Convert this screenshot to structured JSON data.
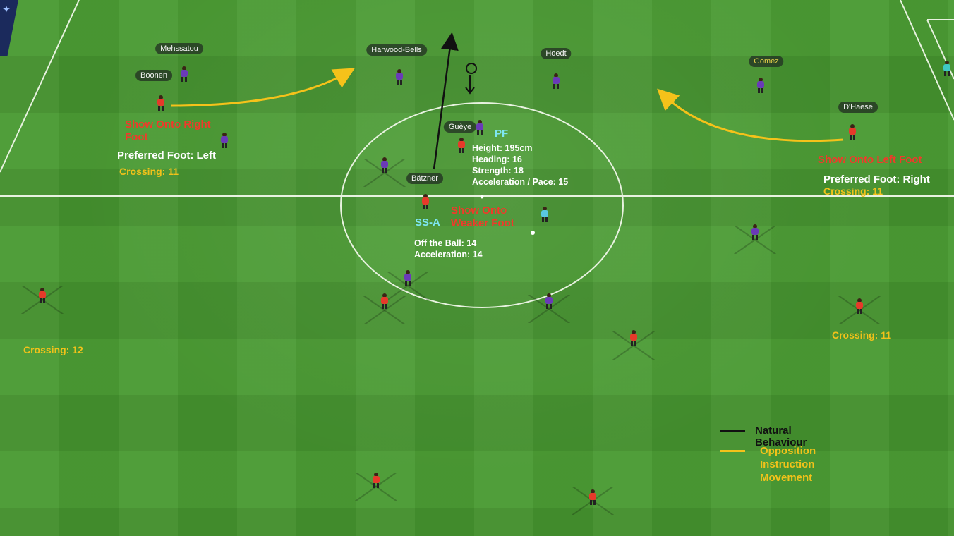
{
  "colors": {
    "black_arrow": "#111111",
    "gold_arrow": "#f5c21a",
    "annotation_red": "#f03a2a",
    "annotation_gold": "#f2c21a",
    "annotation_cyan": "#7ee6f0",
    "pitch_green": "#4a9a33"
  },
  "icons": {
    "broadcaster_logo": "twitter-bird-icon",
    "ball": "ball-icon"
  },
  "players": {
    "labels": {
      "mehssatou": "Mehssatou",
      "boonen": "Boonen",
      "harwood_bells": "Harwood-Bells",
      "hoedt": "Hoedt",
      "gomez": "Gomez",
      "dhaese": "D'Haese",
      "gueye": "Guèye",
      "batzner": "Bätzner"
    }
  },
  "annotations": {
    "left_wing": {
      "instruction_line1": "Show Onto Right",
      "instruction_line2": "Foot",
      "preferred_foot": "Preferred Foot: Left",
      "crossing": "Crossing: 11"
    },
    "right_wing": {
      "instruction": "Show Onto Left Foot",
      "preferred_foot": "Preferred Foot: Right",
      "crossing": "Crossing: 11"
    },
    "pf": {
      "role": "PF",
      "height": "Height: 195cm",
      "heading": "Heading: 16",
      "strength": "Strength: 18",
      "acceleration_pace": "Acceleration / Pace: 15"
    },
    "ssa": {
      "role": "SS-A",
      "instruction_line1": "Show Onto",
      "instruction_line2": "Weaker Foot",
      "off_the_ball": "Off the Ball: 14",
      "acceleration": "Acceleration: 14"
    },
    "left_fullback_crossing": "Crossing: 12",
    "right_fullback_crossing": "Crossing: 11"
  },
  "legend": {
    "natural_behaviour": "Natural Behaviour",
    "opposition_movement_line1": "Opposition Instruction",
    "opposition_movement_line2": "Movement"
  }
}
